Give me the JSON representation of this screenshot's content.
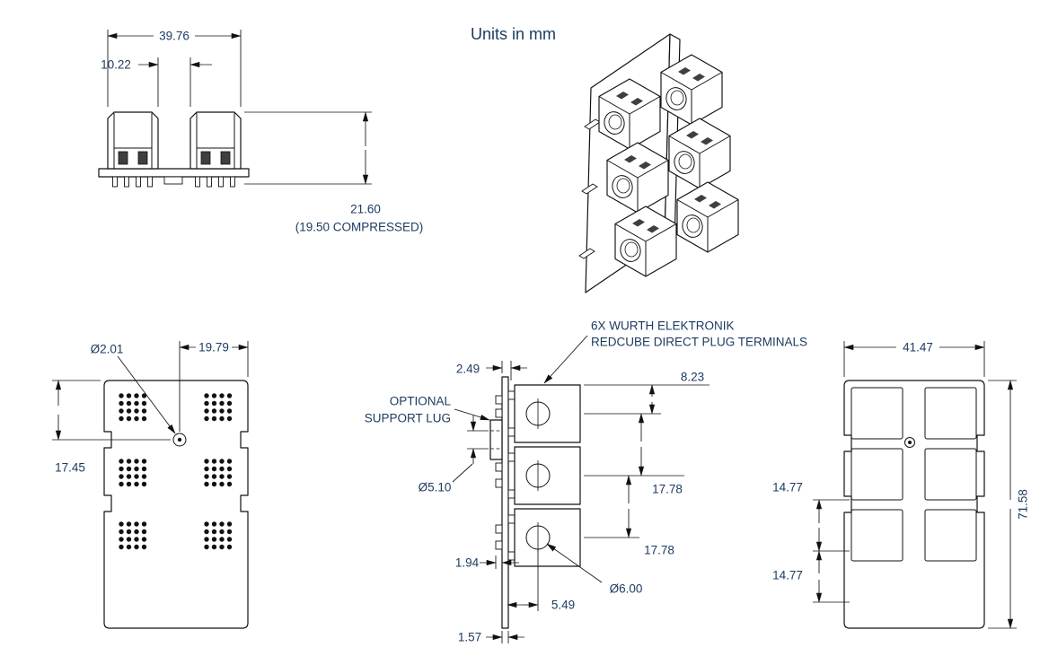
{
  "title": "Units in mm",
  "colors": {
    "text": "#1b3a5f",
    "line": "#111111"
  },
  "front_view": {
    "dim_overall_width": "39.76",
    "dim_gap": "10.22",
    "dim_height": "21.60",
    "dim_height_note": "(19.50 COMPRESSED)"
  },
  "top_view": {
    "dim_hole_dia": "Ø2.01",
    "dim_hole_from_right": "19.79",
    "dim_hole_from_top": "17.45"
  },
  "side_view": {
    "callout_terminals": [
      "6X WURTH ELEKTRONIK",
      "REDCUBE DIRECT PLUG TERMINALS"
    ],
    "callout_lug": [
      "OPTIONAL",
      "SUPPORT LUG"
    ],
    "dim_edge_offset": "2.49",
    "dim_hole_from_top": "8.23",
    "dim_lug_hole_dia": "Ø5.10",
    "dim_pitch_1": "17.78",
    "dim_pitch_2": "17.78",
    "dim_pad_protrusion": "1.94",
    "dim_terminal_hole_dia": "Ø6.00",
    "dim_hole_from_board": "5.49",
    "dim_board_thickness": "1.57"
  },
  "back_view": {
    "dim_overall_width": "41.47",
    "dim_overall_height": "71.58",
    "dim_pitch_1": "14.77",
    "dim_pitch_2": "14.77"
  }
}
